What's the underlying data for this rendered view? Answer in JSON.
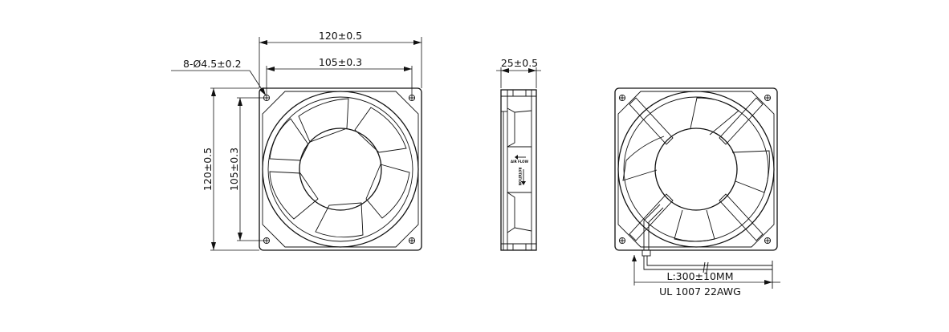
{
  "front_view": {
    "width_overall": "120±0.5",
    "hole_spacing_h": "105±0.3",
    "height_overall": "120±0.5",
    "hole_spacing_v": "105±0.3",
    "mounting_holes": "8-Ø4.5±0.2"
  },
  "side_view": {
    "thickness": "25±0.5",
    "airflow_label": "AIR FLOW",
    "rotation_label": "ROTATION"
  },
  "back_view": {
    "lead_length": "L:300±10MM",
    "wire_spec": "UL 1007 22AWG"
  }
}
